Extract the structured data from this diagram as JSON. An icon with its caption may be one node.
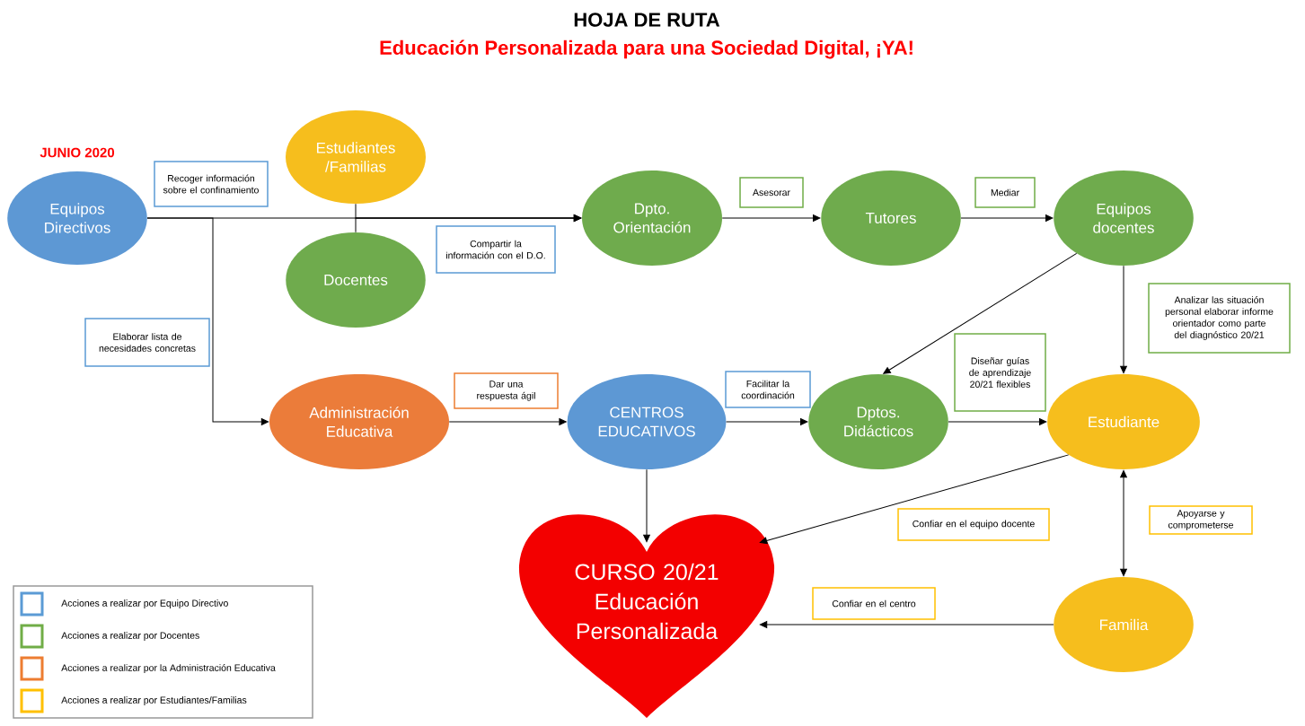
{
  "diagram": {
    "title": "HOJA DE RUTA",
    "nodes": [
      {
        "text": [
          "Equipos Directivos"
        ]
      },
      {
        "text": [
          "Estudiantes /Familias"
        ]
      },
      {
        "text": [
          "Docentes"
        ]
      },
      {
        "text": [
          "Dpto. Orientación"
        ]
      },
      {
        "text": [
          "Tutores"
        ]
      },
      {
        "text": [
          "Equipos docentes"
        ]
      },
      {
        "text": [
          "Administración Educativa"
        ]
      },
      {
        "text": [
          "CENTROS EDUCATIVOS"
        ]
      },
      {
        "text": [
          "Dptos. Didácticos"
        ]
      },
      {
        "text": [
          "Estudiante"
        ]
      },
      {
        "text": [
          "Familia"
        ]
      },
      {
        "text": [
          "CURSO 20/21",
          "Educación Personalizada"
        ]
      },
      {
        "text": [
          "Recoger información sobre el confinamiento"
        ]
      },
      {
        "text": [
          "Compartir la información con el D.O."
        ]
      },
      {
        "text": [
          "Elaborar lista de necesidades concretas"
        ]
      },
      {
        "text": [
          "Asesorar"
        ]
      },
      {
        "text": [
          "Mediar"
        ]
      },
      {
        "text": [
          "Analizar las situación personal elaborar informe orientador como parte del diagnóstico 20/21"
        ]
      },
      {
        "text": [
          "Dar una respuesta ágil"
        ]
      },
      {
        "text": [
          "Facilitar la coordinación"
        ]
      },
      {
        "text": [
          "Diseñar guías de aprendizaje 20/21 flexibles"
        ]
      },
      {
        "text": [
          "Confiar en el equipo docente"
        ]
      },
      {
        "text": [
          "Apoyarse y comprometerse"
        ]
      },
      {
        "text": [
          "Confiar en el centro"
        ]
      }
    ],
    "edges": [
      {
        "from": 0,
        "to": 3,
        "arrow": "to"
      },
      {
        "from": 1,
        "to": 3,
        "arrow": "to"
      },
      {
        "from": 2,
        "to": 3,
        "arrow": "to"
      },
      {
        "from": 0,
        "to": 6,
        "arrow": "to"
      },
      {
        "from": 3,
        "to": 4,
        "arrow": "to"
      },
      {
        "from": 4,
        "to": 5,
        "arrow": "to"
      },
      {
        "from": 5,
        "to": 8,
        "arrow": "to"
      },
      {
        "from": 5,
        "to": 9,
        "arrow": "to"
      },
      {
        "from": 6,
        "to": 7,
        "arrow": "to"
      },
      {
        "from": 7,
        "to": 8,
        "arrow": "to"
      },
      {
        "from": 8,
        "to": 9,
        "arrow": "to"
      },
      {
        "from": 7,
        "to": 11,
        "arrow": "to"
      },
      {
        "from": 9,
        "to": 11,
        "arrow": "to"
      },
      {
        "from": 9,
        "to": 10,
        "arrow": "both"
      },
      {
        "from": 10,
        "to": 11,
        "arrow": "to"
      }
    ],
    "labels": [
      "Educación Personalizada para una Sociedad Digital, ¡YA!",
      "JUNIO 2020"
    ],
    "legend": [
      {
        "text": "Acciones a realizar por Equipo Directivo",
        "color": "#5b9bd5"
      },
      {
        "text": "Acciones a realizar por Docentes",
        "color": "#70ad47"
      },
      {
        "text": "Acciones a realizar por la Administración Educativa",
        "color": "#ed7d31"
      },
      {
        "text": "Acciones a realizar por Estudiantes/Familias",
        "color": "#ffc000"
      }
    ]
  }
}
